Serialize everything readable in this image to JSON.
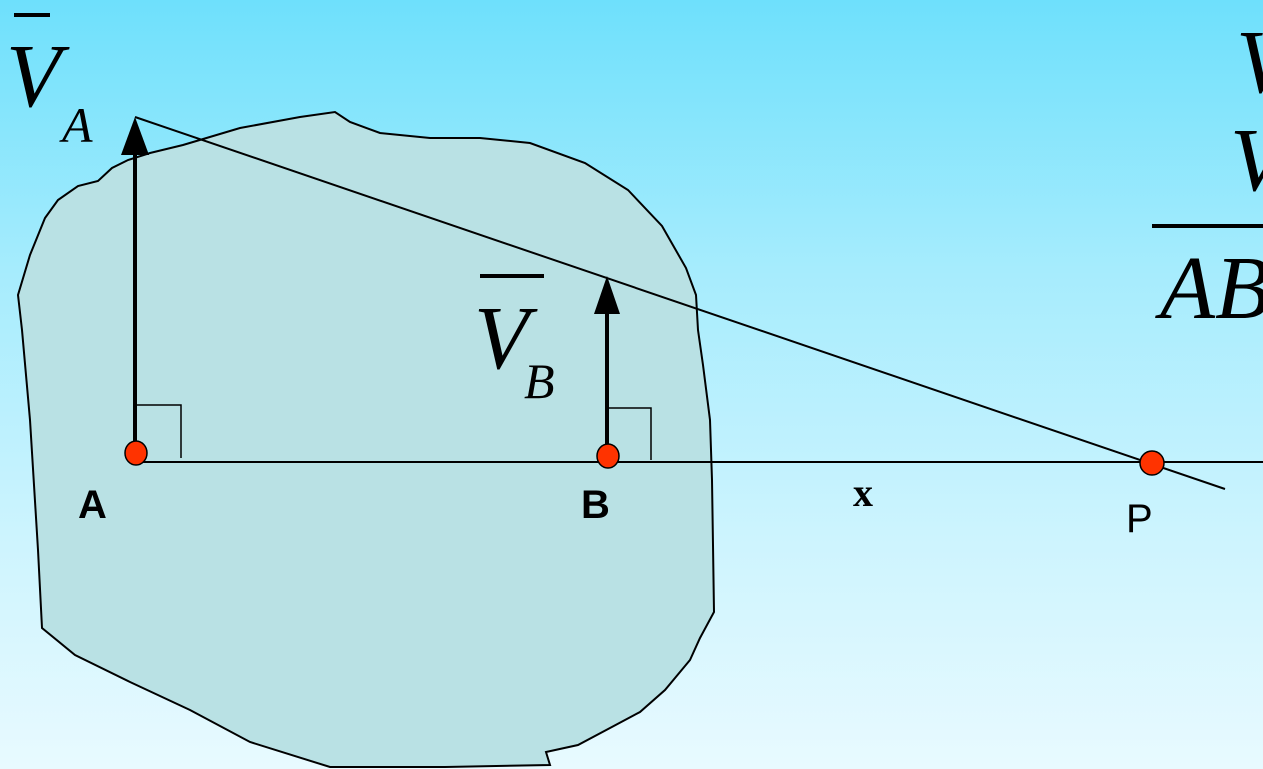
{
  "labels": {
    "velocity_a_main": "V",
    "velocity_a_sub": "A",
    "velocity_b_main": "V",
    "velocity_b_sub": "B",
    "point_a": "A",
    "point_b": "B",
    "point_p": "P",
    "distance_x": "x"
  },
  "formula_partial": {
    "top": "V",
    "middle": "V",
    "bottom": "AB"
  },
  "colors": {
    "body_fill": "#b9e1e4",
    "point_fill": "#ff3300",
    "line": "#000000"
  }
}
